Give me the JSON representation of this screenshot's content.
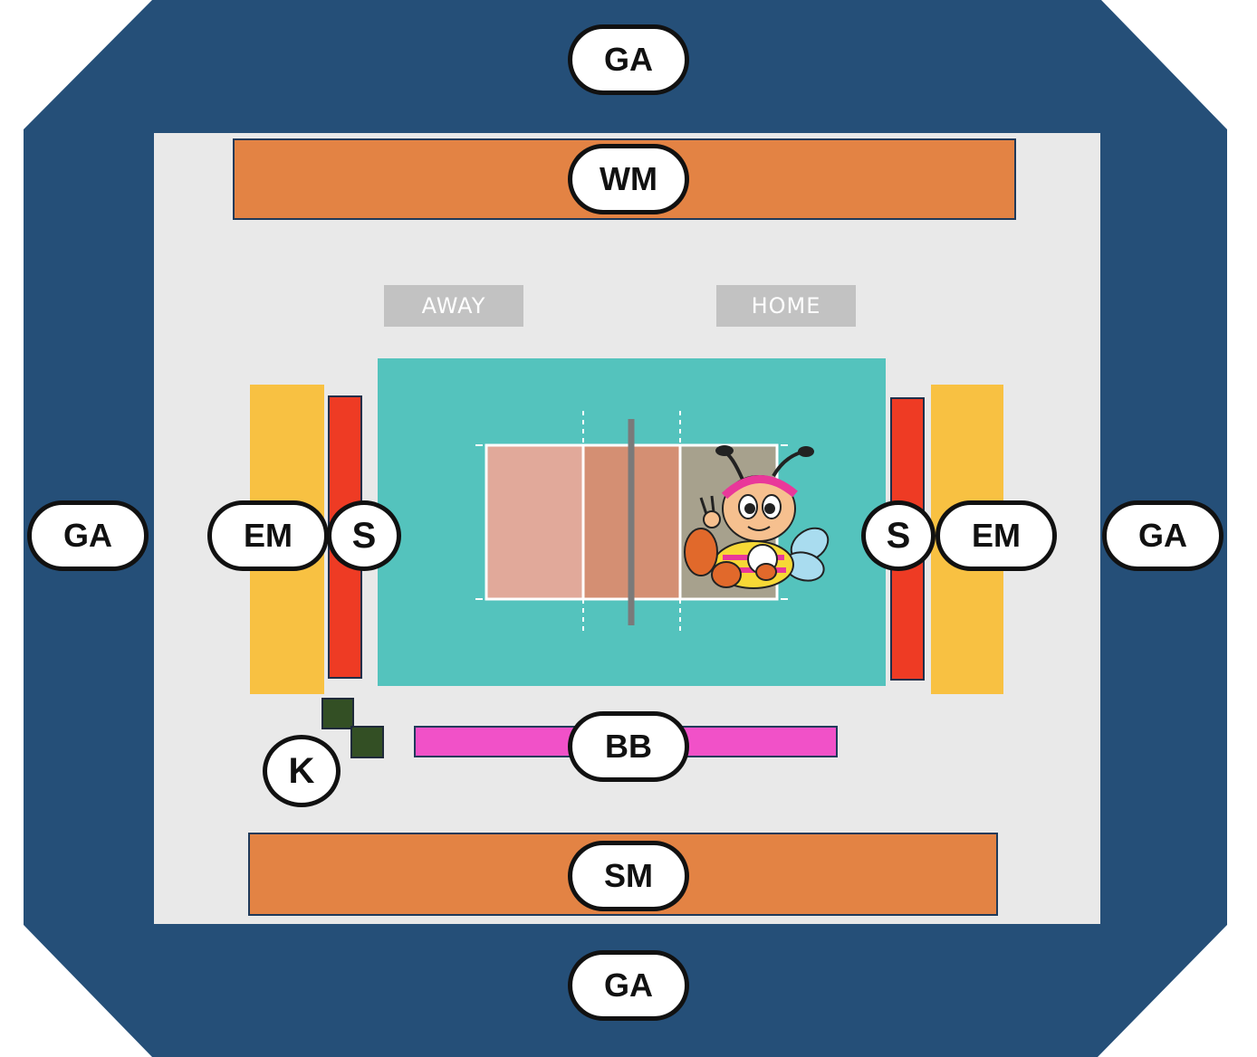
{
  "colors": {
    "ga_area": "#254f78",
    "floor": "#e9e9e9",
    "media_band": "#e38344",
    "em_area": "#f8c142",
    "s_area": "#ee3b24",
    "court_outer": "#54c3bd",
    "court_inner": "#e1a99a",
    "court_attack": "#d48f73",
    "bb_band": "#f151c8",
    "k_boxes": "#334f24"
  },
  "zones": {
    "ga_top": "GA",
    "ga_bottom": "GA",
    "ga_left": "GA",
    "ga_right": "GA",
    "wm": "WM",
    "sm": "SM",
    "bb": "BB",
    "em_left": "EM",
    "em_right": "EM",
    "s_left": "S",
    "s_right": "S",
    "k": "K"
  },
  "court": {
    "away_label": "AWAY",
    "home_label": "HOME"
  },
  "mascot": {
    "icon": "bee-mascot-icon"
  }
}
